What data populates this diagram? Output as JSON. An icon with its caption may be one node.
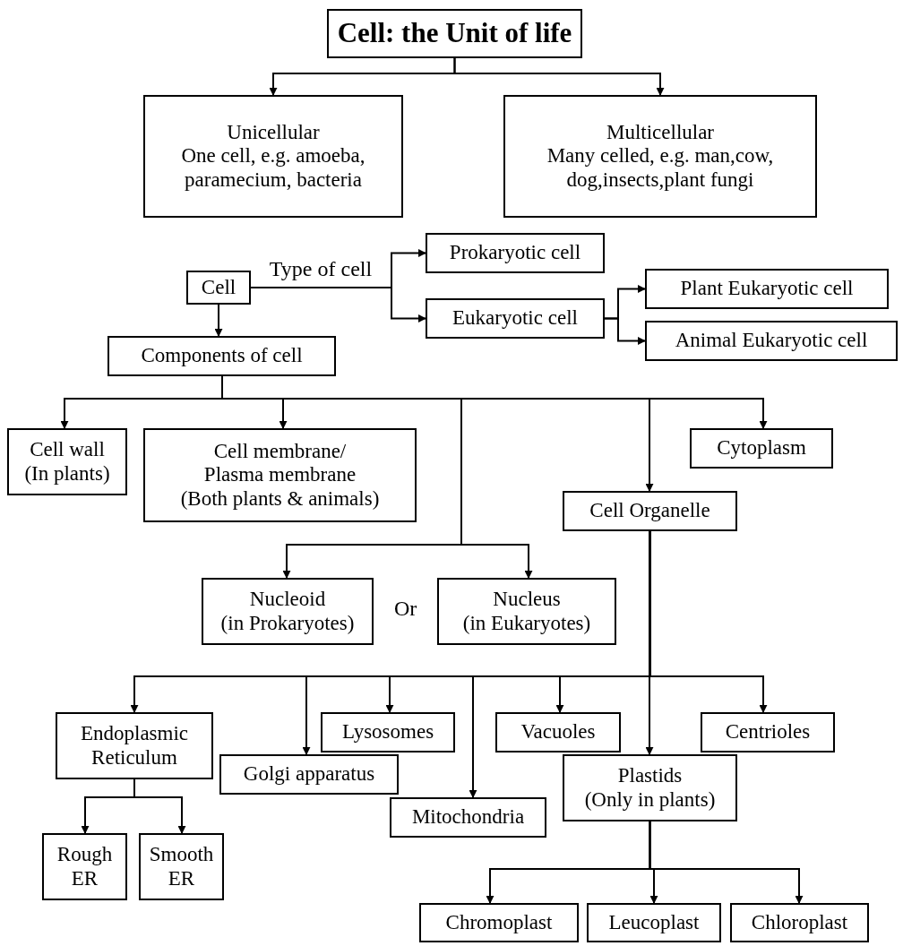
{
  "diagram": {
    "nodes": [
      {
        "text": [
          "Cell: the Unit of life"
        ]
      },
      {
        "text": [
          "Unicellular",
          "One cell, e.g. amoeba, paramecium, bacteria"
        ]
      },
      {
        "text": [
          "Multicellular",
          "Many celled, e.g. man,cow, dog,insects,plant fungi"
        ]
      },
      {
        "text": [
          "Cell"
        ]
      },
      {
        "text": [
          "Prokaryotic cell"
        ]
      },
      {
        "text": [
          "Eukaryotic cell"
        ]
      },
      {
        "text": [
          "Plant Eukaryotic cell"
        ]
      },
      {
        "text": [
          "Animal Eukaryotic cell"
        ]
      },
      {
        "text": [
          "Components of cell"
        ]
      },
      {
        "text": [
          "Cell wall",
          "(In plants)"
        ]
      },
      {
        "text": [
          "Cell membrane/ Plasma membrane",
          "(Both plants & animals)"
        ]
      },
      {
        "text": [
          "Cytoplasm"
        ]
      },
      {
        "text": [
          "Cell Organelle"
        ]
      },
      {
        "text": [
          "Nucleoid",
          "(in Prokaryotes)"
        ]
      },
      {
        "text": [
          "Nucleus",
          "(in Eukaryotes)"
        ]
      },
      {
        "text": [
          "Endoplasmic Reticulum"
        ]
      },
      {
        "text": [
          "Golgi apparatus"
        ]
      },
      {
        "text": [
          "Lysosomes"
        ]
      },
      {
        "text": [
          "Vacuoles"
        ]
      },
      {
        "text": [
          "Centrioles"
        ]
      },
      {
        "text": [
          "Plastids",
          "(Only in plants)"
        ]
      },
      {
        "text": [
          "Mitochondria"
        ]
      },
      {
        "text": [
          "Rough ER"
        ]
      },
      {
        "text": [
          "Smooth ER"
        ]
      },
      {
        "text": [
          "Chromoplast"
        ]
      },
      {
        "text": [
          "Leucoplast"
        ]
      },
      {
        "text": [
          "Chloroplast"
        ]
      }
    ],
    "edges": [
      {
        "from": 0,
        "to": 1,
        "arrow": "to"
      },
      {
        "from": 0,
        "to": 2,
        "arrow": "to"
      },
      {
        "from": 3,
        "to": 4,
        "arrow": "to",
        "label": "Type of cell"
      },
      {
        "from": 3,
        "to": 5,
        "arrow": "to"
      },
      {
        "from": 5,
        "to": 6,
        "arrow": "to"
      },
      {
        "from": 5,
        "to": 7,
        "arrow": "to"
      },
      {
        "from": 3,
        "to": 8,
        "arrow": "to"
      },
      {
        "from": 8,
        "to": 9,
        "arrow": "to"
      },
      {
        "from": 8,
        "to": 10,
        "arrow": "to"
      },
      {
        "from": 8,
        "to": 13,
        "arrow": "to"
      },
      {
        "from": 8,
        "to": 14,
        "arrow": "to"
      },
      {
        "from": 8,
        "to": 12,
        "arrow": "to"
      },
      {
        "from": 8,
        "to": 11,
        "arrow": "to"
      },
      {
        "from": 12,
        "to": 15,
        "arrow": "to"
      },
      {
        "from": 12,
        "to": 16,
        "arrow": "to"
      },
      {
        "from": 12,
        "to": 17,
        "arrow": "to"
      },
      {
        "from": 12,
        "to": 21,
        "arrow": "to"
      },
      {
        "from": 12,
        "to": 18,
        "arrow": "to"
      },
      {
        "from": 12,
        "to": 20,
        "arrow": "to"
      },
      {
        "from": 12,
        "to": 19,
        "arrow": "to"
      },
      {
        "from": 15,
        "to": 22,
        "arrow": "to"
      },
      {
        "from": 15,
        "to": 23,
        "arrow": "to"
      },
      {
        "from": 20,
        "to": 24,
        "arrow": "to"
      },
      {
        "from": 20,
        "to": 25,
        "arrow": "to"
      },
      {
        "from": 20,
        "to": 26,
        "arrow": "to"
      }
    ],
    "labels": [
      "Or"
    ]
  }
}
